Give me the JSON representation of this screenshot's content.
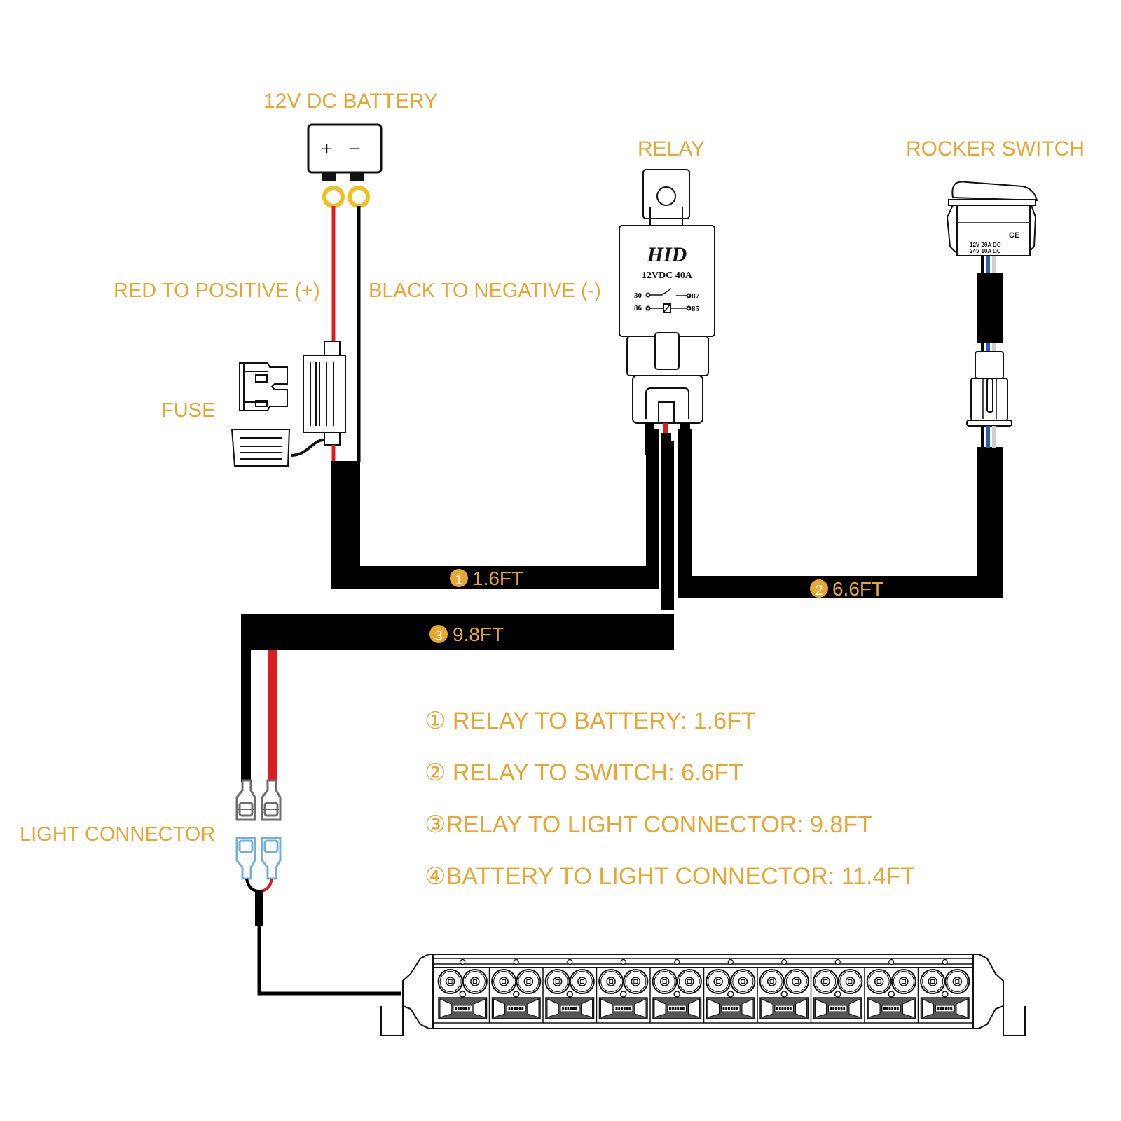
{
  "diagram": {
    "title": "Light Bar Wiring Harness Diagram",
    "label_color": "#e8a633",
    "components": {
      "battery": {
        "label": "12V DC BATTERY",
        "plus": "+",
        "minus": "−"
      },
      "relay": {
        "label": "RELAY",
        "brand": "HID",
        "rating": "12VDC 40A",
        "pins": [
          "30",
          "87",
          "86",
          "85"
        ]
      },
      "rocker_switch": {
        "label": "ROCKER SWITCH",
        "mark": "CE",
        "rating_line_1": "12V  20A  DC",
        "rating_line_2": "24V  10A  DC"
      },
      "fuse": {
        "label": "FUSE"
      },
      "light_connector": {
        "label": "LIGHT CONNECTOR"
      }
    },
    "wire_labels": {
      "red": "RED TO POSITIVE (+)",
      "black": "BLACK TO NEGATIVE (-)"
    },
    "harness_segments": [
      {
        "num": "1",
        "length": "1.6FT"
      },
      {
        "num": "2",
        "length": "6.6FT"
      },
      {
        "num": "3",
        "length": "9.8FT"
      }
    ],
    "legend": [
      {
        "marker": "①",
        "text": " RELAY TO BATTERY: 1.6FT"
      },
      {
        "marker": "②",
        "text": " RELAY TO SWITCH: 6.6FT"
      },
      {
        "marker": "③",
        "text": "RELAY TO LIGHT CONNECTOR: 9.8FT"
      },
      {
        "marker": "④",
        "text": "BATTERY TO LIGHT CONNECTOR: 11.4FT"
      }
    ],
    "colors": {
      "wire_red": "#d91f1f",
      "wire_black": "#000000",
      "wire_blue": "#2a5fb0",
      "wire_white": "#cfcfcf",
      "ring_terminal": "#f0c020",
      "connector_blue": "#6fb0df",
      "connector_gray": "#6d6d6d"
    }
  }
}
